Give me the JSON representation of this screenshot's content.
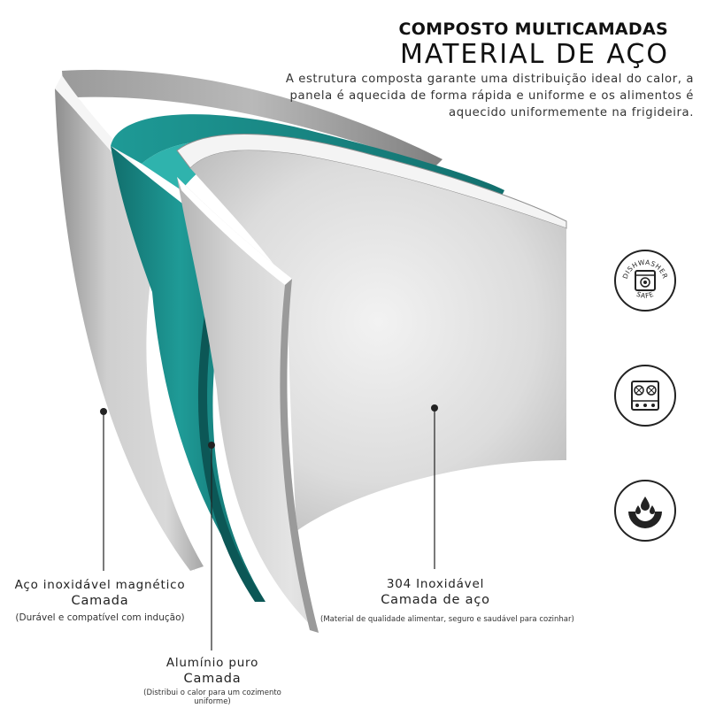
{
  "header": {
    "title_bold": "COMPOSTO MULTICAMADAS",
    "title_light": "MATERIAL DE AÇO",
    "description": "A estrutura composta garante uma distribuição ideal do calor, a panela é aquecida de forma rápida e uniforme e os alimentos é aquecido uniformemente na frigideira."
  },
  "badges": {
    "dishwasher_text": "DISHWASHER SAFE",
    "dishwasher_icon": "dishwasher-icon",
    "stove_icon": "stove-icon",
    "drops_icon": "water-drops-icon"
  },
  "layers": {
    "magnetic": {
      "line1": "Aço inoxidável magnético",
      "line2": "Camada",
      "note": "(Durável e compatível com indução)"
    },
    "aluminum": {
      "line1": "Alumínio puro",
      "line2": "Camada",
      "note": "(Distribui o calor para um cozimento uniforme)"
    },
    "steel304": {
      "line1": "304 Inoxidável",
      "line2": "Camada de aço",
      "note": "(Material de qualidade alimentar, seguro e saudável para cozinhar)"
    }
  },
  "colors": {
    "steel": "#bdbdbd",
    "teal": "#1b8a88",
    "teal_light": "#3cc3bd",
    "text": "#222222"
  }
}
